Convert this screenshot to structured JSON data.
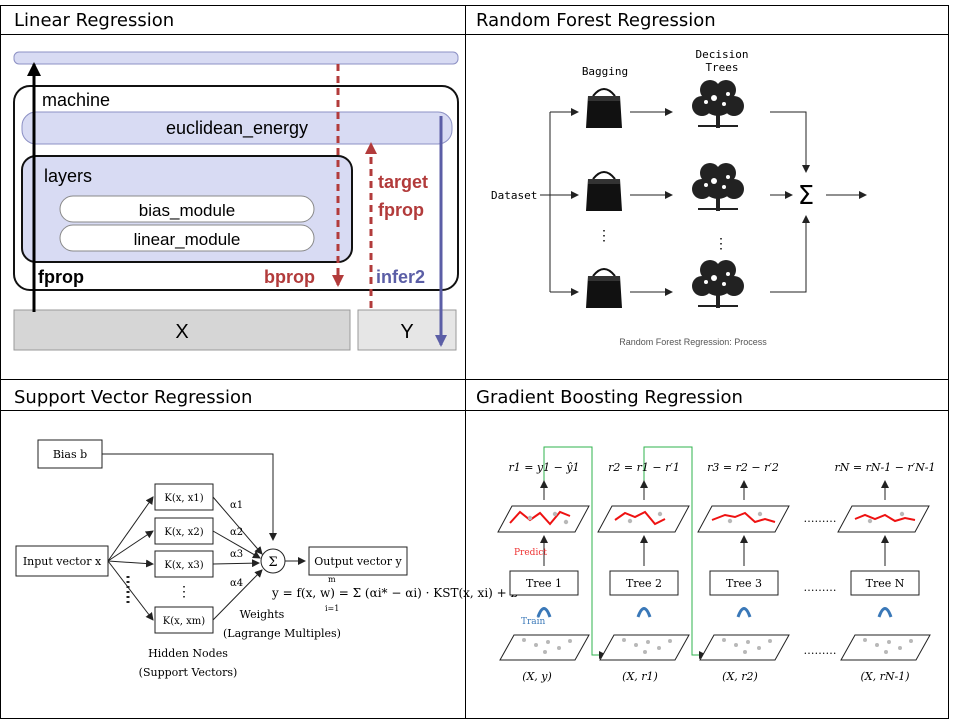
{
  "headers": {
    "linear": "Linear Regression",
    "rf": "Random Forest Regression",
    "svr": "Support Vector Regression",
    "gb": "Gradient Boosting Regression"
  },
  "linear": {
    "machine": "machine",
    "energy": "euclidean_energy",
    "layers": "layers",
    "bias_module": "bias_module",
    "linear_module": "linear_module",
    "fprop_left": "fprop",
    "bprop": "bprop",
    "target": "target",
    "fprop_target": "fprop",
    "infer2": "infer2",
    "x": "X",
    "y": "Y"
  },
  "rf": {
    "bagging": "Bagging",
    "decision1": "Decision",
    "decision2": "Trees",
    "dataset": "Dataset",
    "sigma": "Σ",
    "caption": "Random Forest Regression: Process",
    "dots": "·"
  },
  "svr": {
    "bias": "Bias  b",
    "input": "Input vector  x",
    "output": "Output vector  y",
    "k1": "K(x, x1)",
    "k2": "K(x, x2)",
    "k3": "K(x, x3)",
    "km": "K(x, xm)",
    "a1": "α1",
    "a2": "α2",
    "a3": "α3",
    "a4": "α4",
    "sigma": "Σ",
    "formula": "y = f(x, w) = Σ (αi* − αi) · KST(x, xi) + b",
    "sum_top": "m",
    "sum_bot": "i=1",
    "weights": "Weights",
    "lagrange": "(Lagrange Multiples)",
    "hidden1": "Hidden Nodes",
    "hidden2": "(Support Vectors)"
  },
  "gb": {
    "r1": "r1 = y1 − ŷ1",
    "r2": "r2 = r1 − r′1",
    "r3": "r3 = r2 − r′2",
    "rN": "rN = rN-1 − r′N-1",
    "predict": "Predict",
    "train": "Train",
    "tree1": "Tree 1",
    "tree2": "Tree 2",
    "tree3": "Tree 3",
    "treeN": "Tree N",
    "d1": "(X, y)",
    "d2": "(X, r1)",
    "d3": "(X, r2)",
    "dN": "(X, rN-1)",
    "ellipsis": "………"
  }
}
